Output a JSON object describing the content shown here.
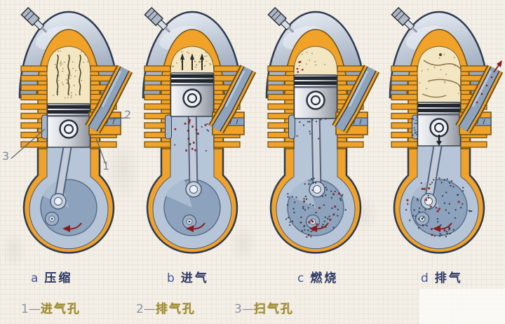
{
  "figure": {
    "stages": [
      {
        "key": "a",
        "label": "压缩",
        "piston": "middle",
        "chamber": "compressed-mixture-squiggles",
        "crankcase": "empty",
        "has_callouts": true
      },
      {
        "key": "b",
        "label": "进气",
        "piston": "top",
        "chamber": "intake-up-arrows",
        "crankcase": "fresh-charge-red-dots",
        "has_callouts": false
      },
      {
        "key": "c",
        "label": "燃烧",
        "piston": "top",
        "chamber": "burning",
        "crankcase": "mixture-dots",
        "has_callouts": false
      },
      {
        "key": "d",
        "label": "排气",
        "piston": "middle",
        "chamber": "exhaust-wisps",
        "crankcase": "mixture-dots",
        "piston_arrow": "down",
        "has_callouts": false
      }
    ],
    "legend": [
      {
        "prefix": "1—",
        "label": "进气孔"
      },
      {
        "prefix": "2—",
        "label": "排气孔"
      },
      {
        "prefix": "3—",
        "label": "扫气孔"
      }
    ],
    "callouts": [
      {
        "num": "1"
      },
      {
        "num": "2"
      },
      {
        "num": "3"
      }
    ],
    "colors": {
      "casing_orange": "#F0A229",
      "casing_edge": "#6B4E12",
      "outline": "#2F3B52",
      "metal_blue_light": "#EEF2F7",
      "metal_blue": "#8F9FB6",
      "chamber_cream": "#F3E6C2",
      "chamber_ink": "#54431F",
      "case_blue": "#B6C5D8",
      "crank_blue": "#8CA2BD",
      "pipe_blue": "#8EA3BC",
      "flame_red": "#8B1A1A",
      "label_blue": "#2B3562",
      "legend_olive": "#A08C2C",
      "legend_grey": "#8A93A3",
      "background": "#F4F0E7"
    }
  }
}
